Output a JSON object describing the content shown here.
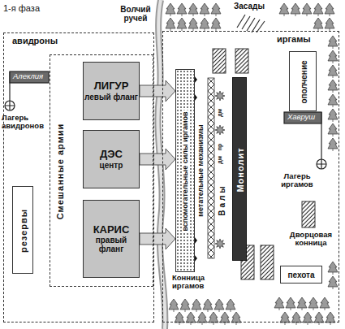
{
  "diagram": {
    "title": "1-я фаза",
    "nodes": [
      {
        "text": [
          "авидроны"
        ]
      },
      {
        "text": [
          "Смешанные армии"
        ],
        "in": 0
      },
      {
        "text": [
          "ЛИГУР",
          "левый фланг"
        ],
        "in": 1
      },
      {
        "text": [
          "ДЭС",
          "центр"
        ],
        "in": 1
      },
      {
        "text": [
          "КАРИС",
          "правый фланг"
        ],
        "in": 1
      },
      {
        "text": [
          "резервы"
        ],
        "in": 0
      },
      {
        "text": [
          "иргамы"
        ]
      },
      {
        "text": [
          "вспомогательные силы иргамов"
        ],
        "in": 6
      },
      {
        "text": [
          "Монолит"
        ],
        "in": 6
      },
      {
        "text": [
          "ополчение"
        ],
        "in": 6
      },
      {
        "text": [
          "пехота"
        ],
        "in": 6
      }
    ],
    "edges": [
      {
        "from": 2,
        "to": 7,
        "arrow": "to"
      },
      {
        "from": 3,
        "to": 7,
        "arrow": "to"
      },
      {
        "from": 4,
        "to": 7,
        "arrow": "to"
      }
    ],
    "labels": [
      "Волчий ручей",
      "Засады",
      "Алеклия",
      "Лагерь авидронов",
      "метательные механизмы",
      "дм",
      "пр",
      "дм",
      "Валы",
      "Хавруш",
      "Лагерь иргамов",
      "Дворцовая конница",
      "Конница иргамов"
    ]
  }
}
